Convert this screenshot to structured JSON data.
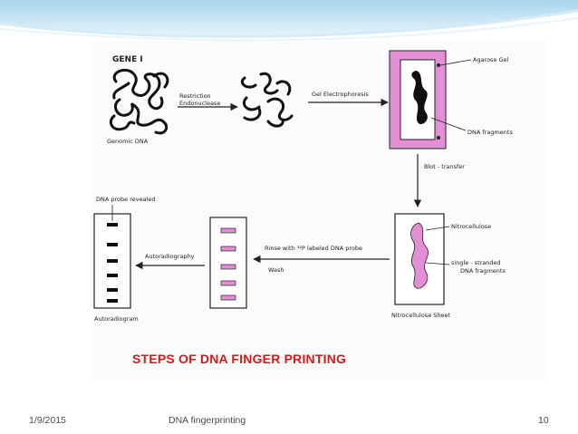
{
  "slide": {
    "caption": "STEPS OF DNA FINGER PRINTING",
    "footer": {
      "date": "1/9/2015",
      "topic": "DNA fingerprinting",
      "page": "10"
    }
  },
  "diagram": {
    "gene_label": "GENE I",
    "genomic_dna": "Genomic DNA",
    "restriction_line1": "Restriction",
    "restriction_line2": "Endonuclease",
    "gel_electrophoresis": "Gel Electrophoresis",
    "agarose_gel": "Agarose Gel",
    "dna_fragments": "DNA fragments",
    "blot_transfer": "Blot - transfer",
    "nitrocellulose": "Nitrocellulose",
    "single_stranded_line1": "single - stranded",
    "single_stranded_line2": "DNA fragments",
    "nitrocellulose_sheet": "Nitrocellulose Sheet",
    "rinse_probe": "Rinse with ³²P labeled DNA probe",
    "wash": "Wash",
    "autoradiography": "Autoradiography",
    "dna_probe_revealed": "DNA probe revealed",
    "autoradiogram": "Autoradiogram"
  },
  "colors": {
    "gel_frame": "#e38fd6",
    "caption": "#d11a1a",
    "banner_top": "#bfe0f3",
    "band": "#111111"
  }
}
